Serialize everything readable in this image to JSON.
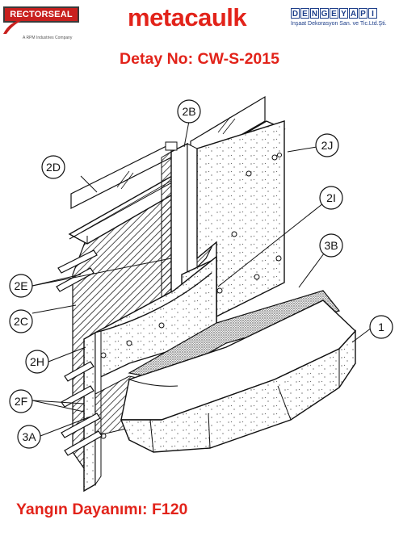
{
  "logos": {
    "rectorseal": {
      "name": "RECTORSEAL",
      "tagline": "A RPM Industries Company",
      "color": "#c8201e"
    },
    "metacaulk": {
      "name": "metacaulk",
      "color": "#e2231a"
    },
    "dengeyapi": {
      "letters": [
        "D",
        "E",
        "N",
        "G",
        "E",
        "Y",
        "A",
        "P",
        "I"
      ],
      "tagline": "İnşaat Dekorasyon San. ve Tic.Ltd.Şti.",
      "color": "#1e3f8a"
    }
  },
  "title": "Detay No: CW-S-2015",
  "fire_rating": "Yangın Dayanımı: F120",
  "callouts": [
    "2B",
    "2J",
    "2D",
    "2I",
    "3B",
    "2E",
    "2C",
    "1",
    "2H",
    "2F",
    "3A"
  ],
  "accent_color": "#e2231a"
}
